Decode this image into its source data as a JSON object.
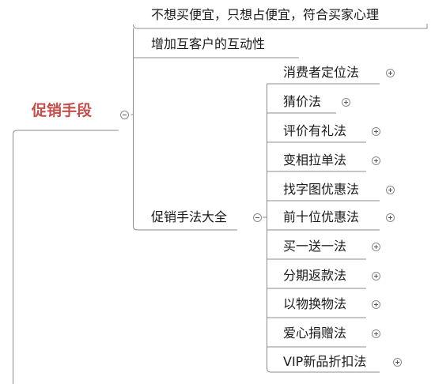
{
  "root": {
    "label": "促销手段",
    "toggle": "collapse"
  },
  "branches": [
    {
      "label": "不想买便宜，只想占便宜，符合买家心理"
    },
    {
      "label": "增加互客户的互动性"
    },
    {
      "label": "促销手法大全",
      "toggle": "collapse",
      "children": [
        {
          "label": "消费者定位法",
          "toggle": "expand"
        },
        {
          "label": "猜价法",
          "toggle": "expand"
        },
        {
          "label": "评价有礼法",
          "toggle": "expand"
        },
        {
          "label": "变相拉单法",
          "toggle": "expand"
        },
        {
          "label": "找字图优惠法",
          "toggle": "expand"
        },
        {
          "label": "前十位优惠法",
          "toggle": "expand"
        },
        {
          "label": "买一送一法",
          "toggle": "expand"
        },
        {
          "label": "分期返款法",
          "toggle": "expand"
        },
        {
          "label": "以物换物法",
          "toggle": "expand"
        },
        {
          "label": "爱心捐赠法",
          "toggle": "expand"
        },
        {
          "label": "VIP新品折扣法",
          "toggle": "expand"
        }
      ]
    }
  ],
  "colors": {
    "root_text": "#c0504d",
    "line": "#8c8c8c"
  }
}
